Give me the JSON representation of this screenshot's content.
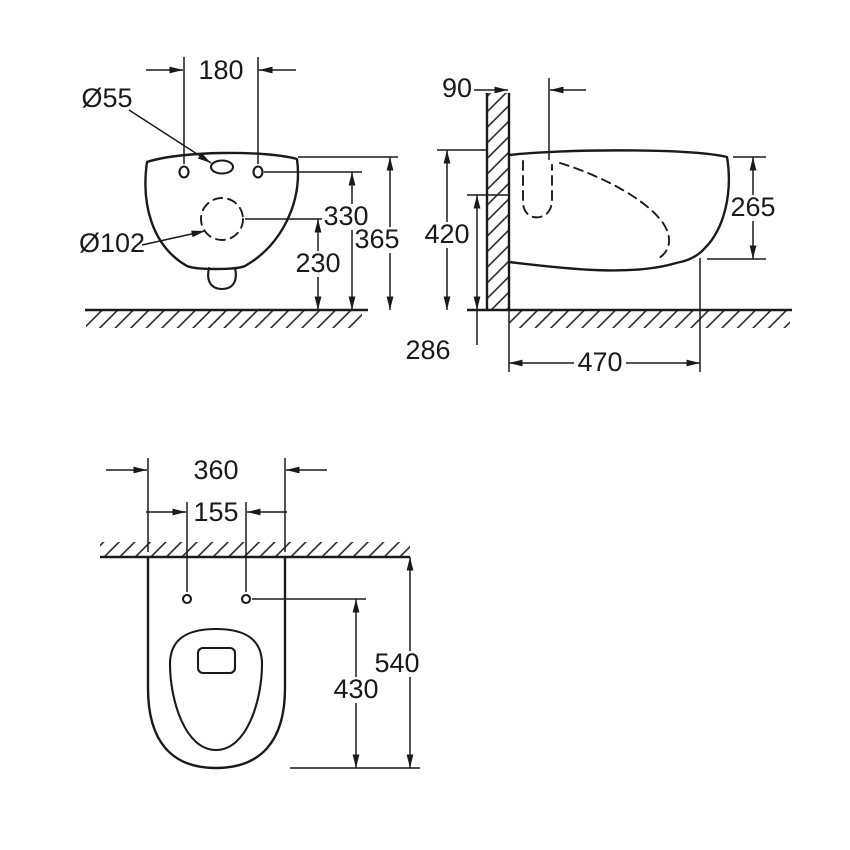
{
  "style": {
    "ink": "#1a1a1a",
    "background": "#ffffff"
  },
  "views": {
    "front": {
      "dims": {
        "hole_spacing": "180",
        "top_hole_dia": "Ø55",
        "drain_dia": "Ø102",
        "holes_height": "330",
        "total_height": "365",
        "drain_height": "230"
      }
    },
    "side": {
      "dims": {
        "wall_offset": "90",
        "install_height": "420",
        "rear_height": "265",
        "outlet_height": "286",
        "depth": "470"
      }
    },
    "top": {
      "dims": {
        "width": "360",
        "hole_spacing": "155",
        "total_depth": "540",
        "holes_depth": "430"
      }
    }
  }
}
